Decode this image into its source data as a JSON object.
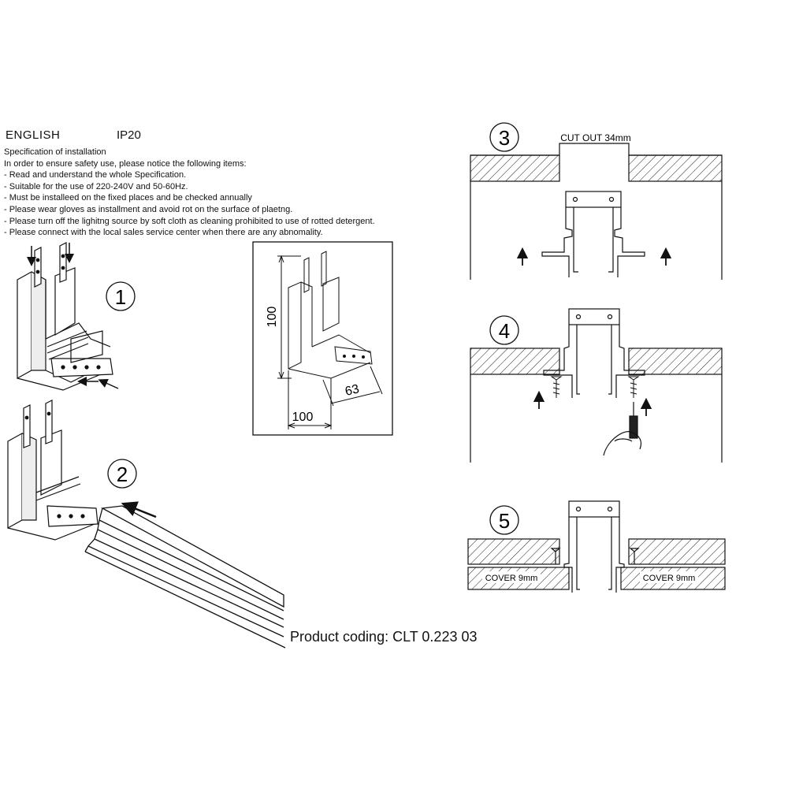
{
  "header": {
    "language": "ENGLISH",
    "ip_rating": "IP20"
  },
  "spec": {
    "title": "Specification of installation",
    "intro": "In order to ensure safety use, please notice the following items:",
    "items": [
      "- Read and understand the whole Specification.",
      "- Suitable for the use of 220-240V and 50-60Hz.",
      "- Must be installeed on the fixed places and be checked annually",
      "- Please wear gloves as installment and avoid rot on the surface of plaetng.",
      "- Please turn off the lighitng source by soft cloth as cleaning prohibited to use of rotted detergent.",
      "- Please connect with the local sales service center when there are any abnomality."
    ]
  },
  "steps": {
    "s1": "1",
    "s2": "2",
    "s3": "3",
    "s4": "4",
    "s5": "5"
  },
  "dimensions": {
    "height": "100",
    "width": "100",
    "diagonal": "63"
  },
  "cutout": "CUT OUT 34mm",
  "cover": {
    "left": "COVER 9mm",
    "right": "COVER 9mm"
  },
  "product_coding": "Product coding: CLT 0.223 03"
}
